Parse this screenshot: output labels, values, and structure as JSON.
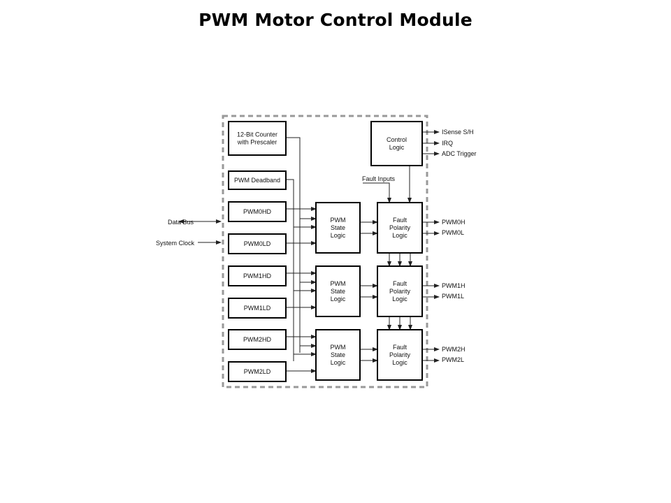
{
  "title": "PWM Motor Control Module",
  "diagram": {
    "blocks": {
      "counter": [
        "12-Bit Counter",
        "with Prescaler"
      ],
      "deadband": [
        "PWM Deadband"
      ],
      "control": [
        "Control",
        "Logic"
      ],
      "pwm0hd": [
        "PWM0HD"
      ],
      "pwm0ld": [
        "PWM0LD"
      ],
      "pwm1hd": [
        "PWM1HD"
      ],
      "pwm1ld": [
        "PWM1LD"
      ],
      "pwm2hd": [
        "PWM2HD"
      ],
      "pwm2ld": [
        "PWM2LD"
      ],
      "state0": [
        "PWM",
        "State",
        "Logic"
      ],
      "state1": [
        "PWM",
        "State",
        "Logic"
      ],
      "state2": [
        "PWM",
        "State",
        "Logic"
      ],
      "fault0": [
        "Fault",
        "Polarity",
        "Logic"
      ],
      "fault1": [
        "Fault",
        "Polarity",
        "Logic"
      ],
      "fault2": [
        "Fault",
        "Polarity",
        "Logic"
      ]
    },
    "labels": {
      "data_bus": "Data Bus",
      "system_clock": "System Clock",
      "fault_inputs": "Fault Inputs",
      "isense": "ISense S/H",
      "irq": "IRQ",
      "adc_trigger": "ADC Trigger",
      "pwm0h": "PWM0H",
      "pwm0l": "PWM0L",
      "pwm1h": "PWM1H",
      "pwm1l": "PWM1L",
      "pwm2h": "PWM2H",
      "pwm2l": "PWM2L"
    }
  }
}
